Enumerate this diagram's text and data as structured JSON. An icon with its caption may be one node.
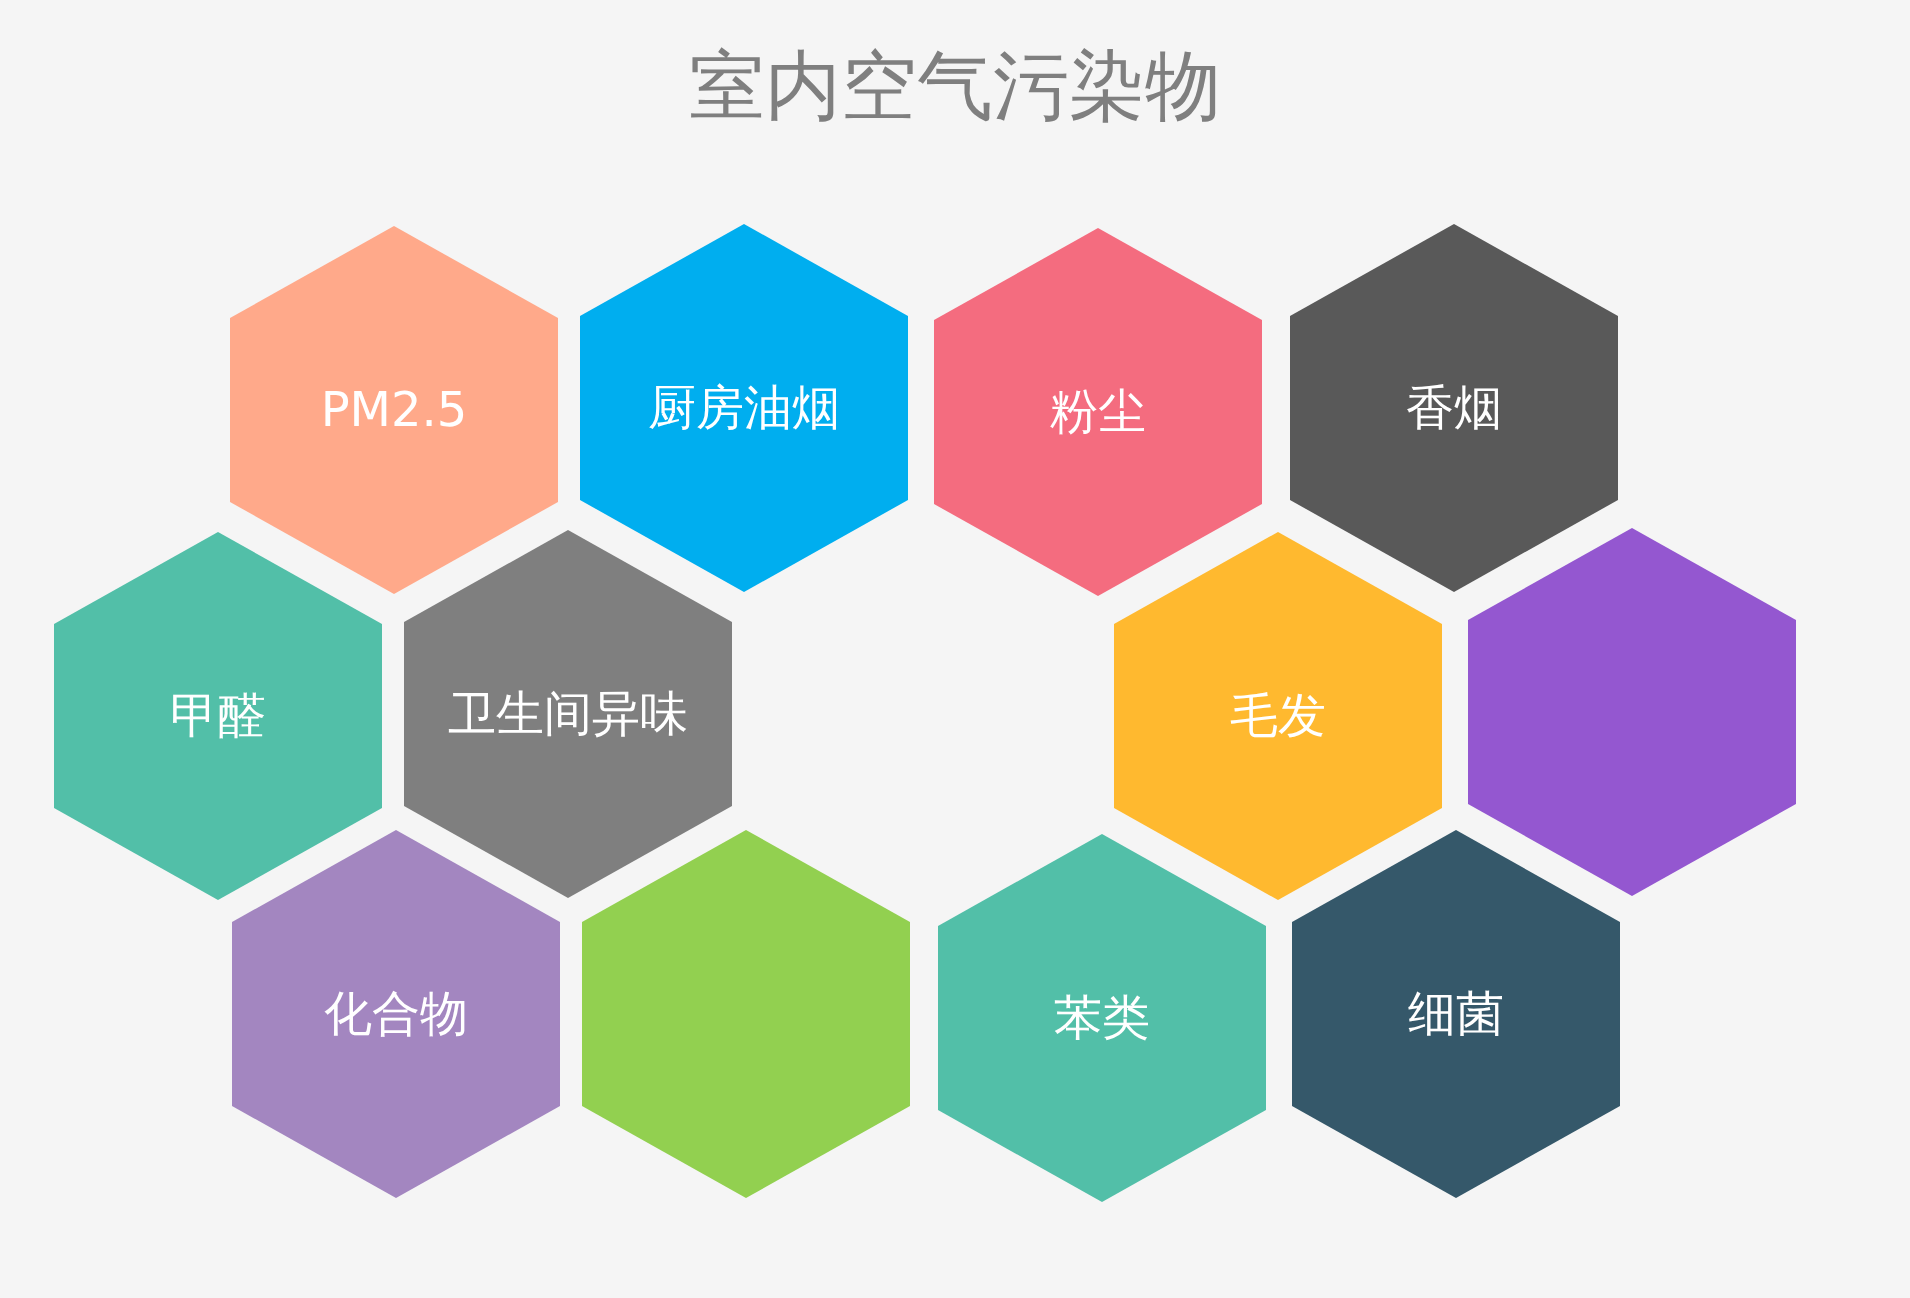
{
  "diagram": {
    "title": "室内空气污染物",
    "nodes": [
      {
        "text": [
          "PM2.5"
        ]
      },
      {
        "text": [
          "厨房油烟"
        ]
      },
      {
        "text": [
          "粉尘"
        ]
      },
      {
        "text": [
          "香烟"
        ]
      },
      {
        "text": [
          "甲醛"
        ]
      },
      {
        "text": [
          "卫生间异味"
        ]
      },
      {
        "text": [
          "毛发"
        ]
      },
      {
        "text": [],
        "shape": "hexagon"
      },
      {
        "text": [
          "化合物"
        ]
      },
      {
        "text": [],
        "shape": "hexagon"
      },
      {
        "text": [
          "苯类"
        ]
      },
      {
        "text": [
          "细菌"
        ]
      }
    ]
  }
}
